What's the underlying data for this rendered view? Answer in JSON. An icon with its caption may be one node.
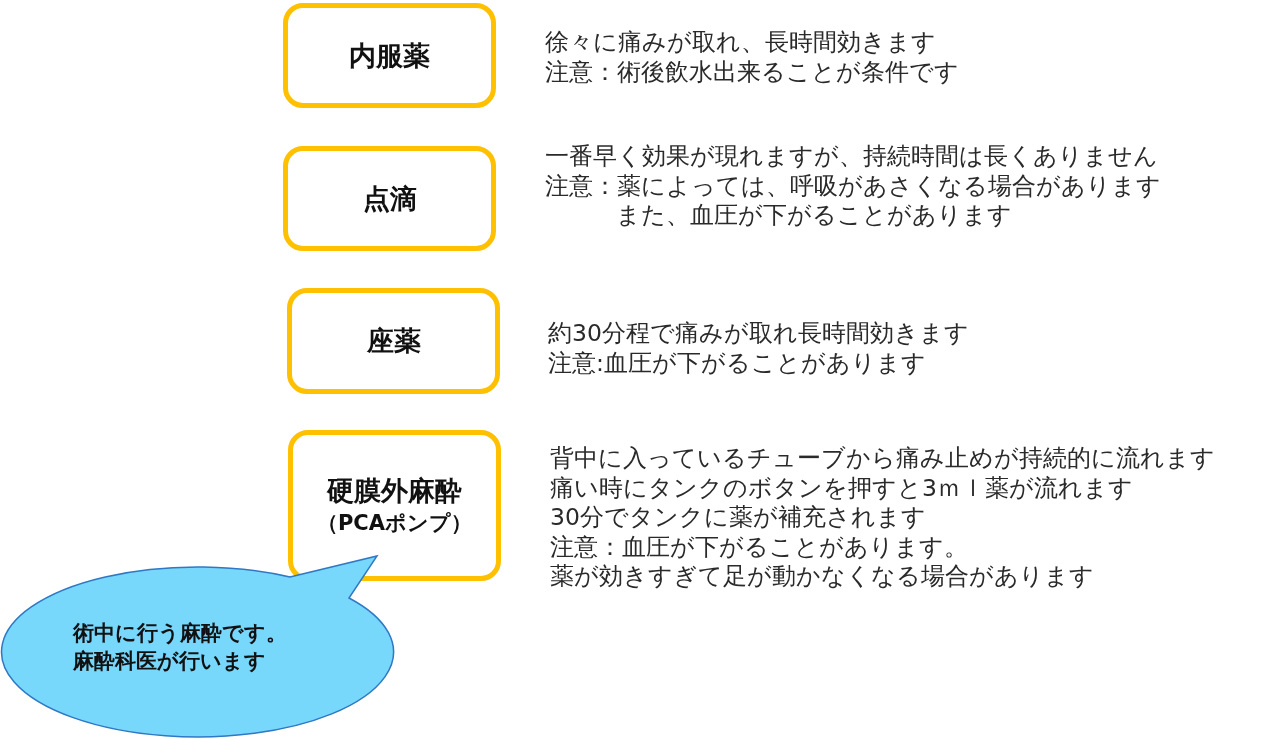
{
  "diagram": {
    "nodes": [
      {
        "text": [
          "内服薬"
        ],
        "beside": [
          "徐々に痛みが取れ、長時間効きます",
          "注意：術後飲水出来ることが条件です"
        ]
      },
      {
        "text": [
          "点滴"
        ],
        "beside": [
          "一番早く効果が現れますが、持続時間は長くありません",
          "注意：薬によっては、呼吸があさくなる場合があります",
          "また、血圧が下がることがあります"
        ]
      },
      {
        "text": [
          "座薬"
        ],
        "beside": [
          "約30分程で痛みが取れ長時間効きます",
          "注意:血圧が下がることがあります"
        ]
      },
      {
        "text": [
          "硬膜外麻酔",
          "（PCAポンプ）"
        ],
        "beside": [
          "背中に入っているチューブから痛み止めが持続的に流れます",
          "痛い時にタンクのボタンを押すと3ｍｌ薬が流れます",
          "30分でタンクに薬が補充されます",
          "注意：血圧が下がることがあります。",
          "薬が効きすぎて足が動かなくなる場合があります"
        ]
      },
      {
        "text": [
          "術中に行う麻酔です。麻酔科医が行います"
        ]
      }
    ]
  }
}
